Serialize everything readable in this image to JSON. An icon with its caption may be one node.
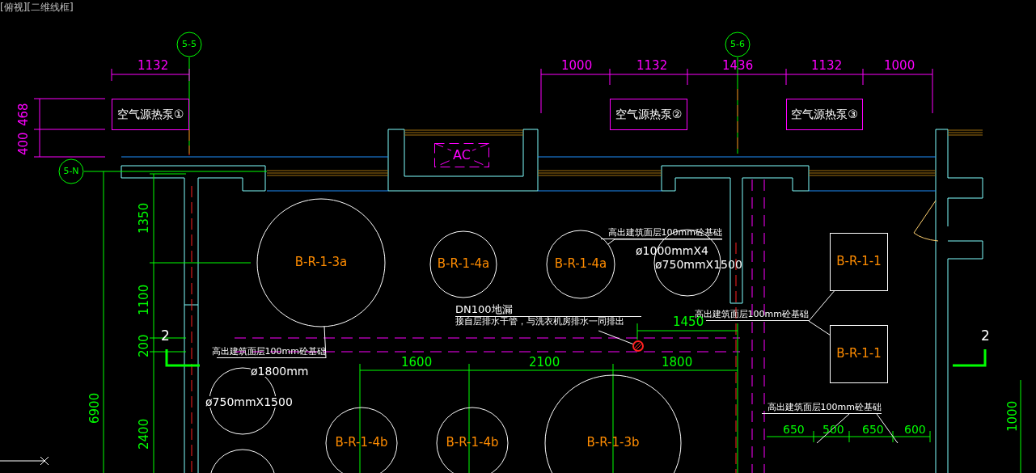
{
  "diagram": {
    "nodes": [
      {
        "text": [
          "空气源热泵①"
        ]
      },
      {
        "text": [
          "AC"
        ]
      },
      {
        "text": [
          "空气源热泵②"
        ]
      },
      {
        "text": [
          "空气源热泵③"
        ]
      },
      {
        "text": [
          "5-5"
        ]
      },
      {
        "text": [
          "5-6"
        ]
      },
      {
        "text": [
          "5-N"
        ]
      },
      {
        "text": [
          "B-R-1-3a"
        ]
      },
      {
        "text": [
          "B-R-1-4a"
        ]
      },
      {
        "text": [
          "B-R-1-4a"
        ]
      },
      {
        "text": [],
        "shape": "circle"
      },
      {
        "text": [
          "B-R-1-1"
        ]
      },
      {
        "text": [
          "B-R-1-1"
        ]
      },
      {
        "text": [
          "高出建筑面层100mm砼基础"
        ]
      },
      {
        "text": [
          "高出建筑面层100mm砼基础"
        ]
      },
      {
        "text": [
          "高出建筑面层100mm砼基础"
        ]
      },
      {
        "text": [
          "DN100地漏",
          "接自层排水干管，与洗衣机房排水一同排出"
        ]
      },
      {
        "text": [],
        "shape": "circle"
      },
      {
        "text": [],
        "shape": "circle"
      },
      {
        "text": [
          "B-R-1-4b"
        ]
      },
      {
        "text": [
          "B-R-1-4b"
        ]
      },
      {
        "text": [
          "B-R-1-3b"
        ]
      },
      {
        "text": [],
        "shape": "circle"
      },
      {
        "text": [
          "高出建筑面层100mm砼基础"
        ]
      }
    ],
    "edges": [
      {
        "from": 13,
        "to": 9,
        "arrow": "none"
      },
      {
        "from": 14,
        "to": 7,
        "arrow": "none"
      },
      {
        "from": 15,
        "to": 11,
        "arrow": "none"
      },
      {
        "from": 15,
        "to": 12,
        "arrow": "none"
      },
      {
        "from": 16,
        "to": 17,
        "arrow": "none"
      },
      {
        "from": 23,
        "to": null,
        "arrow": "none"
      },
      {
        "from": 23,
        "to": null,
        "arrow": "none"
      }
    ],
    "labels": [
      "[俯视][二维线框]",
      "1132",
      "1000",
      "1132",
      "1436",
      "1132",
      "1000",
      "468",
      "400",
      "1350",
      "ø1000mmX4",
      "ø750mmX1500",
      "1100",
      "2",
      "1450",
      "2",
      "200",
      "1600",
      "2100",
      "1800",
      "ø1800mm",
      "6900",
      "ø750mmX1500",
      "650",
      "500",
      "650",
      "600",
      "1000",
      "2400"
    ]
  }
}
